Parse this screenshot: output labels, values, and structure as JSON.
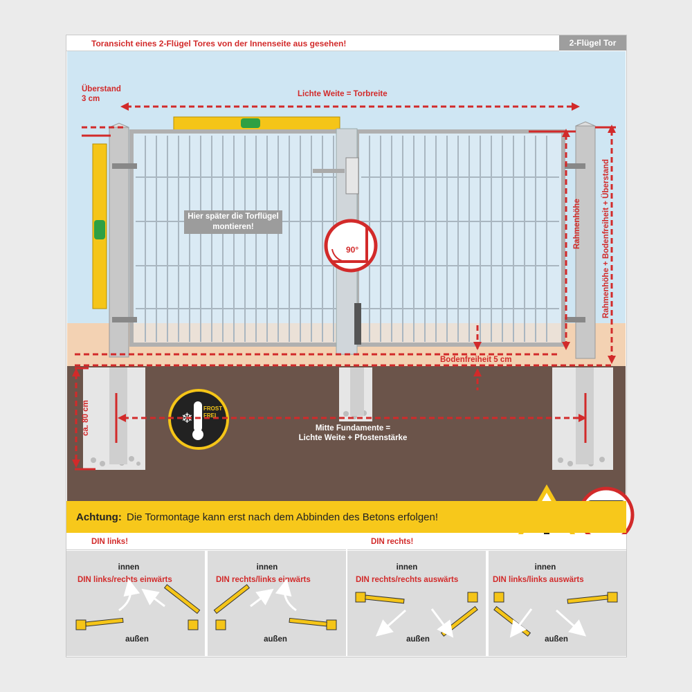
{
  "header": {
    "title": "Toransicht eines 2-Flügel Tores von der Innenseite aus gesehen!",
    "tag": "2-Flügel Tor"
  },
  "diagram": {
    "overhang": "Überstand\n3 cm",
    "clear_width": "Lichte Weite = Torbreite",
    "mount_note": "Hier später die Torflügel montieren!",
    "angle": "90°",
    "frame_height": "Rahmenhöhe",
    "total_height": "Rahmenhöhe + Bodenfreiheit + Überstand",
    "ground_clearance": "Bodenfreiheit 5 cm",
    "depth": "ca. 80 cm",
    "foundation_center": "Mitte Fundamente =\nLichte Weite + Pfostenstärke",
    "frost_free": "FROST\nFREI"
  },
  "notice": {
    "title": "Achtung:",
    "text": "Die Tormontage kann erst nach dem Abbinden des Betons erfolgen!"
  },
  "din": {
    "left_title": "DIN links!",
    "right_title": "DIN rechts!",
    "inside": "innen",
    "outside": "außen",
    "panels": [
      {
        "label": "DIN links/rechts einwärts"
      },
      {
        "label": "DIN rechts/links einwärts"
      },
      {
        "label": "DIN rechts/rechts auswärts"
      },
      {
        "label": "DIN links/links auswärts"
      }
    ]
  },
  "colors": {
    "accent_red": "#d22a2a",
    "warning_yellow": "#f7c81b",
    "sky": "#cfe6f3",
    "ground": "#6b544a"
  }
}
